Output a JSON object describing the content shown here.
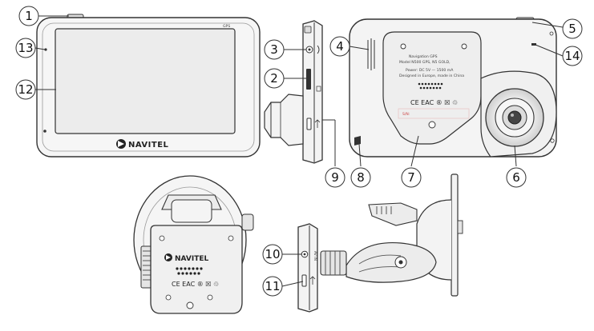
{
  "brand": "NAVITEL",
  "labels": {
    "gps": "GPS",
    "back_text": [
      "Navigation GPS",
      "Model N500 GPS, N5 GOLD,",
      "Power: DC 5V — 1500 mA",
      "Designed in Europe, made in China"
    ],
    "marks": "CE EAC ® ☒ ♲",
    "serial": "S/N:",
    "av": "AV IN"
  },
  "callouts": [
    "1",
    "2",
    "3",
    "4",
    "5",
    "6",
    "7",
    "8",
    "9",
    "10",
    "11",
    "12",
    "13",
    "14"
  ],
  "colors": {
    "line": "#333333",
    "body": "#f4f4f4",
    "screen": "#ececec"
  }
}
